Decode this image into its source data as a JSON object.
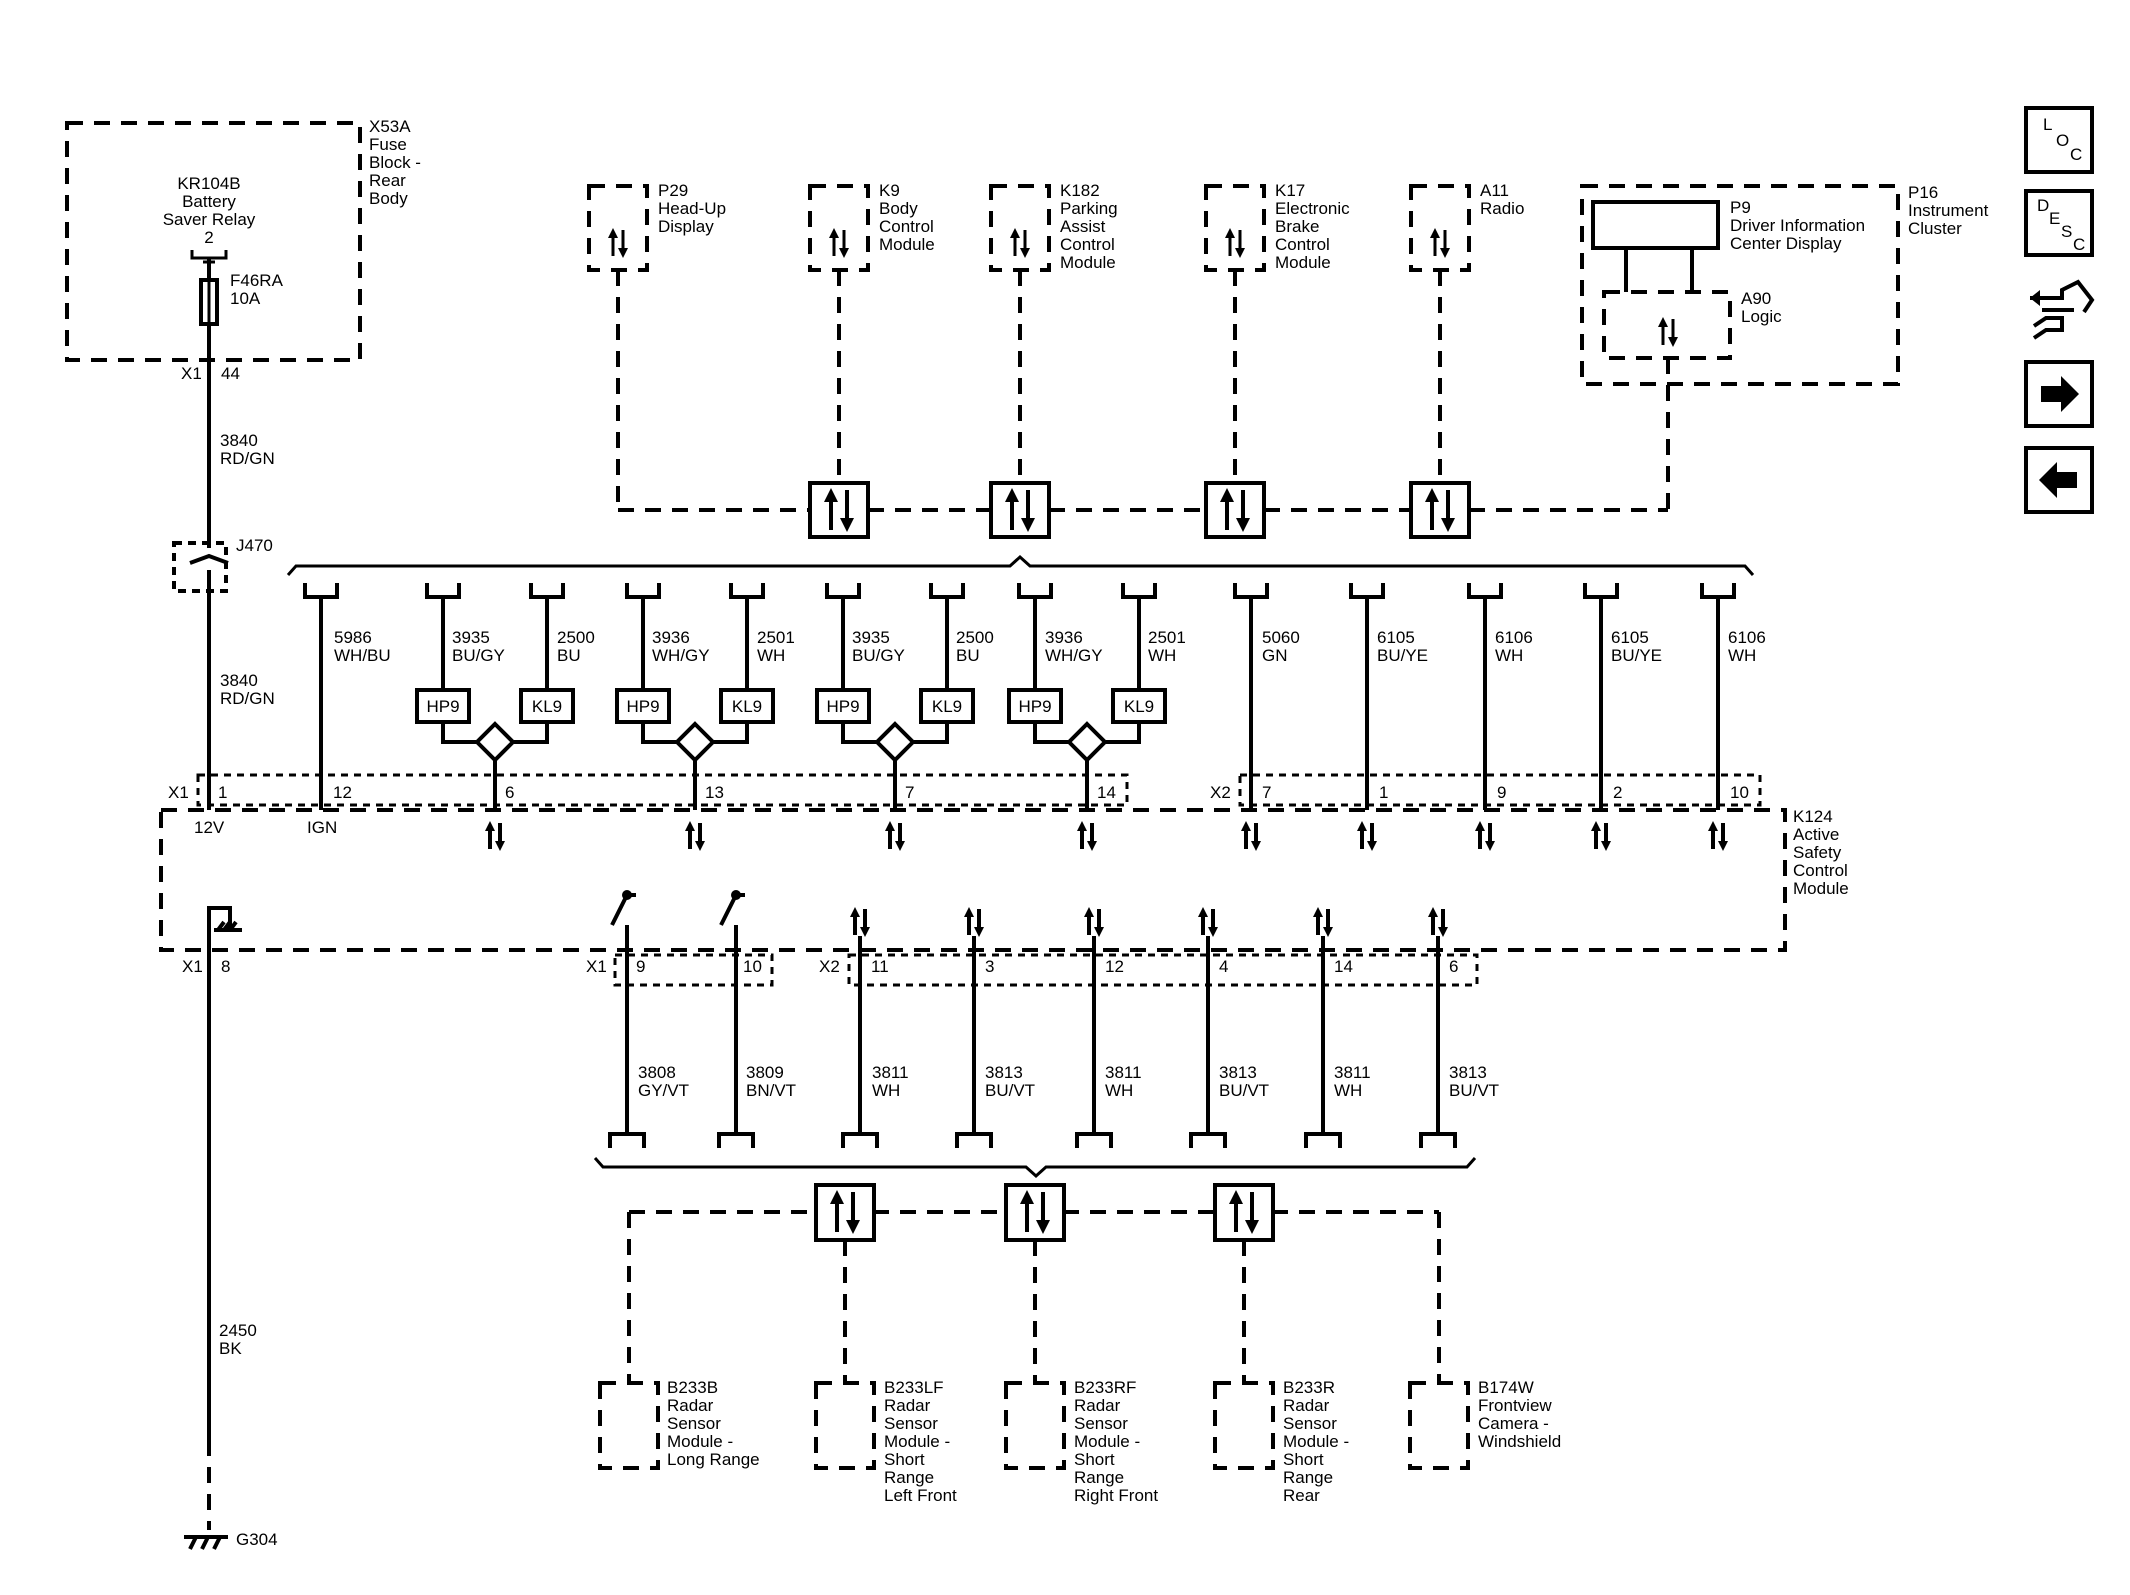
{
  "fuse_block": {
    "id": "X53A",
    "name": [
      "Fuse",
      "Block -",
      "Rear",
      "Body"
    ],
    "relay": [
      "KR104B",
      "Battery",
      "Saver Relay",
      "2"
    ],
    "fuse": [
      "F46RA",
      "10A"
    ],
    "connector": "X1",
    "pin": "44"
  },
  "power_wire": {
    "circuit": "3840",
    "color": "RD/GN"
  },
  "splice": "J470",
  "power_wire_2": {
    "circuit": "3840",
    "color": "RD/GN"
  },
  "modules_top": [
    {
      "id": "P29",
      "name": [
        "Head-Up",
        "Display"
      ]
    },
    {
      "id": "K9",
      "name": [
        "Body",
        "Control",
        "Module"
      ]
    },
    {
      "id": "K182",
      "name": [
        "Parking",
        "Assist",
        "Control",
        "Module"
      ]
    },
    {
      "id": "K17",
      "name": [
        "Electronic",
        "Brake",
        "Control",
        "Module"
      ]
    },
    {
      "id": "A11",
      "name": [
        "Radio"
      ]
    }
  ],
  "cluster": {
    "id": "P16",
    "name": [
      "Instrument",
      "Cluster"
    ],
    "display": {
      "id": "P9",
      "name": [
        "Driver Information",
        "Center Display"
      ]
    },
    "logic": {
      "id": "A90",
      "name": [
        "Logic"
      ]
    }
  },
  "upper_wires": [
    {
      "circuit": "5986",
      "color": "WH/BU"
    },
    {
      "circuit": "3935",
      "color": "BU/GY"
    },
    {
      "circuit": "2500",
      "color": "BU"
    },
    {
      "circuit": "3936",
      "color": "WH/GY"
    },
    {
      "circuit": "2501",
      "color": "WH"
    },
    {
      "circuit": "3935",
      "color": "BU/GY"
    },
    {
      "circuit": "2500",
      "color": "BU"
    },
    {
      "circuit": "3936",
      "color": "WH/GY"
    },
    {
      "circuit": "2501",
      "color": "WH"
    },
    {
      "circuit": "5060",
      "color": "GN"
    },
    {
      "circuit": "6105",
      "color": "BU/YE"
    },
    {
      "circuit": "6106",
      "color": "WH"
    },
    {
      "circuit": "6105",
      "color": "BU/YE"
    },
    {
      "circuit": "6106",
      "color": "WH"
    }
  ],
  "bus_tags": [
    "HP9",
    "KL9",
    "HP9",
    "KL9",
    "HP9",
    "KL9",
    "HP9",
    "KL9"
  ],
  "module": {
    "id": "K124",
    "name": [
      "Active",
      "Safety",
      "Control",
      "Module"
    ],
    "x1_top": {
      "label": "X1",
      "pins": [
        "1",
        "12",
        "6",
        "13",
        "7",
        "14"
      ]
    },
    "x2_top": {
      "label": "X2",
      "pins": [
        "7",
        "1",
        "9",
        "2",
        "10"
      ]
    },
    "internal": [
      "12V",
      "IGN"
    ],
    "x1_bottom": {
      "label": "X1",
      "pins": [
        "8",
        "9",
        "10"
      ]
    },
    "x2_bottom": {
      "label": "X2",
      "pins": [
        "11",
        "3",
        "12",
        "4",
        "14",
        "6"
      ]
    }
  },
  "lower_wires": [
    {
      "circuit": "3808",
      "color": "GY/VT"
    },
    {
      "circuit": "3809",
      "color": "BN/VT"
    },
    {
      "circuit": "3811",
      "color": "WH"
    },
    {
      "circuit": "3813",
      "color": "BU/VT"
    },
    {
      "circuit": "3811",
      "color": "WH"
    },
    {
      "circuit": "3813",
      "color": "BU/VT"
    },
    {
      "circuit": "3811",
      "color": "WH"
    },
    {
      "circuit": "3813",
      "color": "BU/VT"
    }
  ],
  "ground_wire": {
    "circuit": "2450",
    "color": "BK"
  },
  "ground": "G304",
  "modules_bottom": [
    {
      "id": "B233B",
      "name": [
        "Radar",
        "Sensor",
        "Module -",
        "Long Range"
      ]
    },
    {
      "id": "B233LF",
      "name": [
        "Radar",
        "Sensor",
        "Module -",
        "Short",
        "Range",
        "Left Front"
      ]
    },
    {
      "id": "B233RF",
      "name": [
        "Radar",
        "Sensor",
        "Module -",
        "Short",
        "Range",
        "Right Front"
      ]
    },
    {
      "id": "B233R",
      "name": [
        "Radar",
        "Sensor",
        "Module -",
        "Short",
        "Range",
        "Rear"
      ]
    },
    {
      "id": "B174W",
      "name": [
        "Frontview",
        "Camera -",
        "Windshield"
      ]
    }
  ],
  "nav": {
    "loc": [
      "L",
      "O",
      "C"
    ],
    "desc": [
      "D",
      "E",
      "S",
      "C"
    ]
  }
}
